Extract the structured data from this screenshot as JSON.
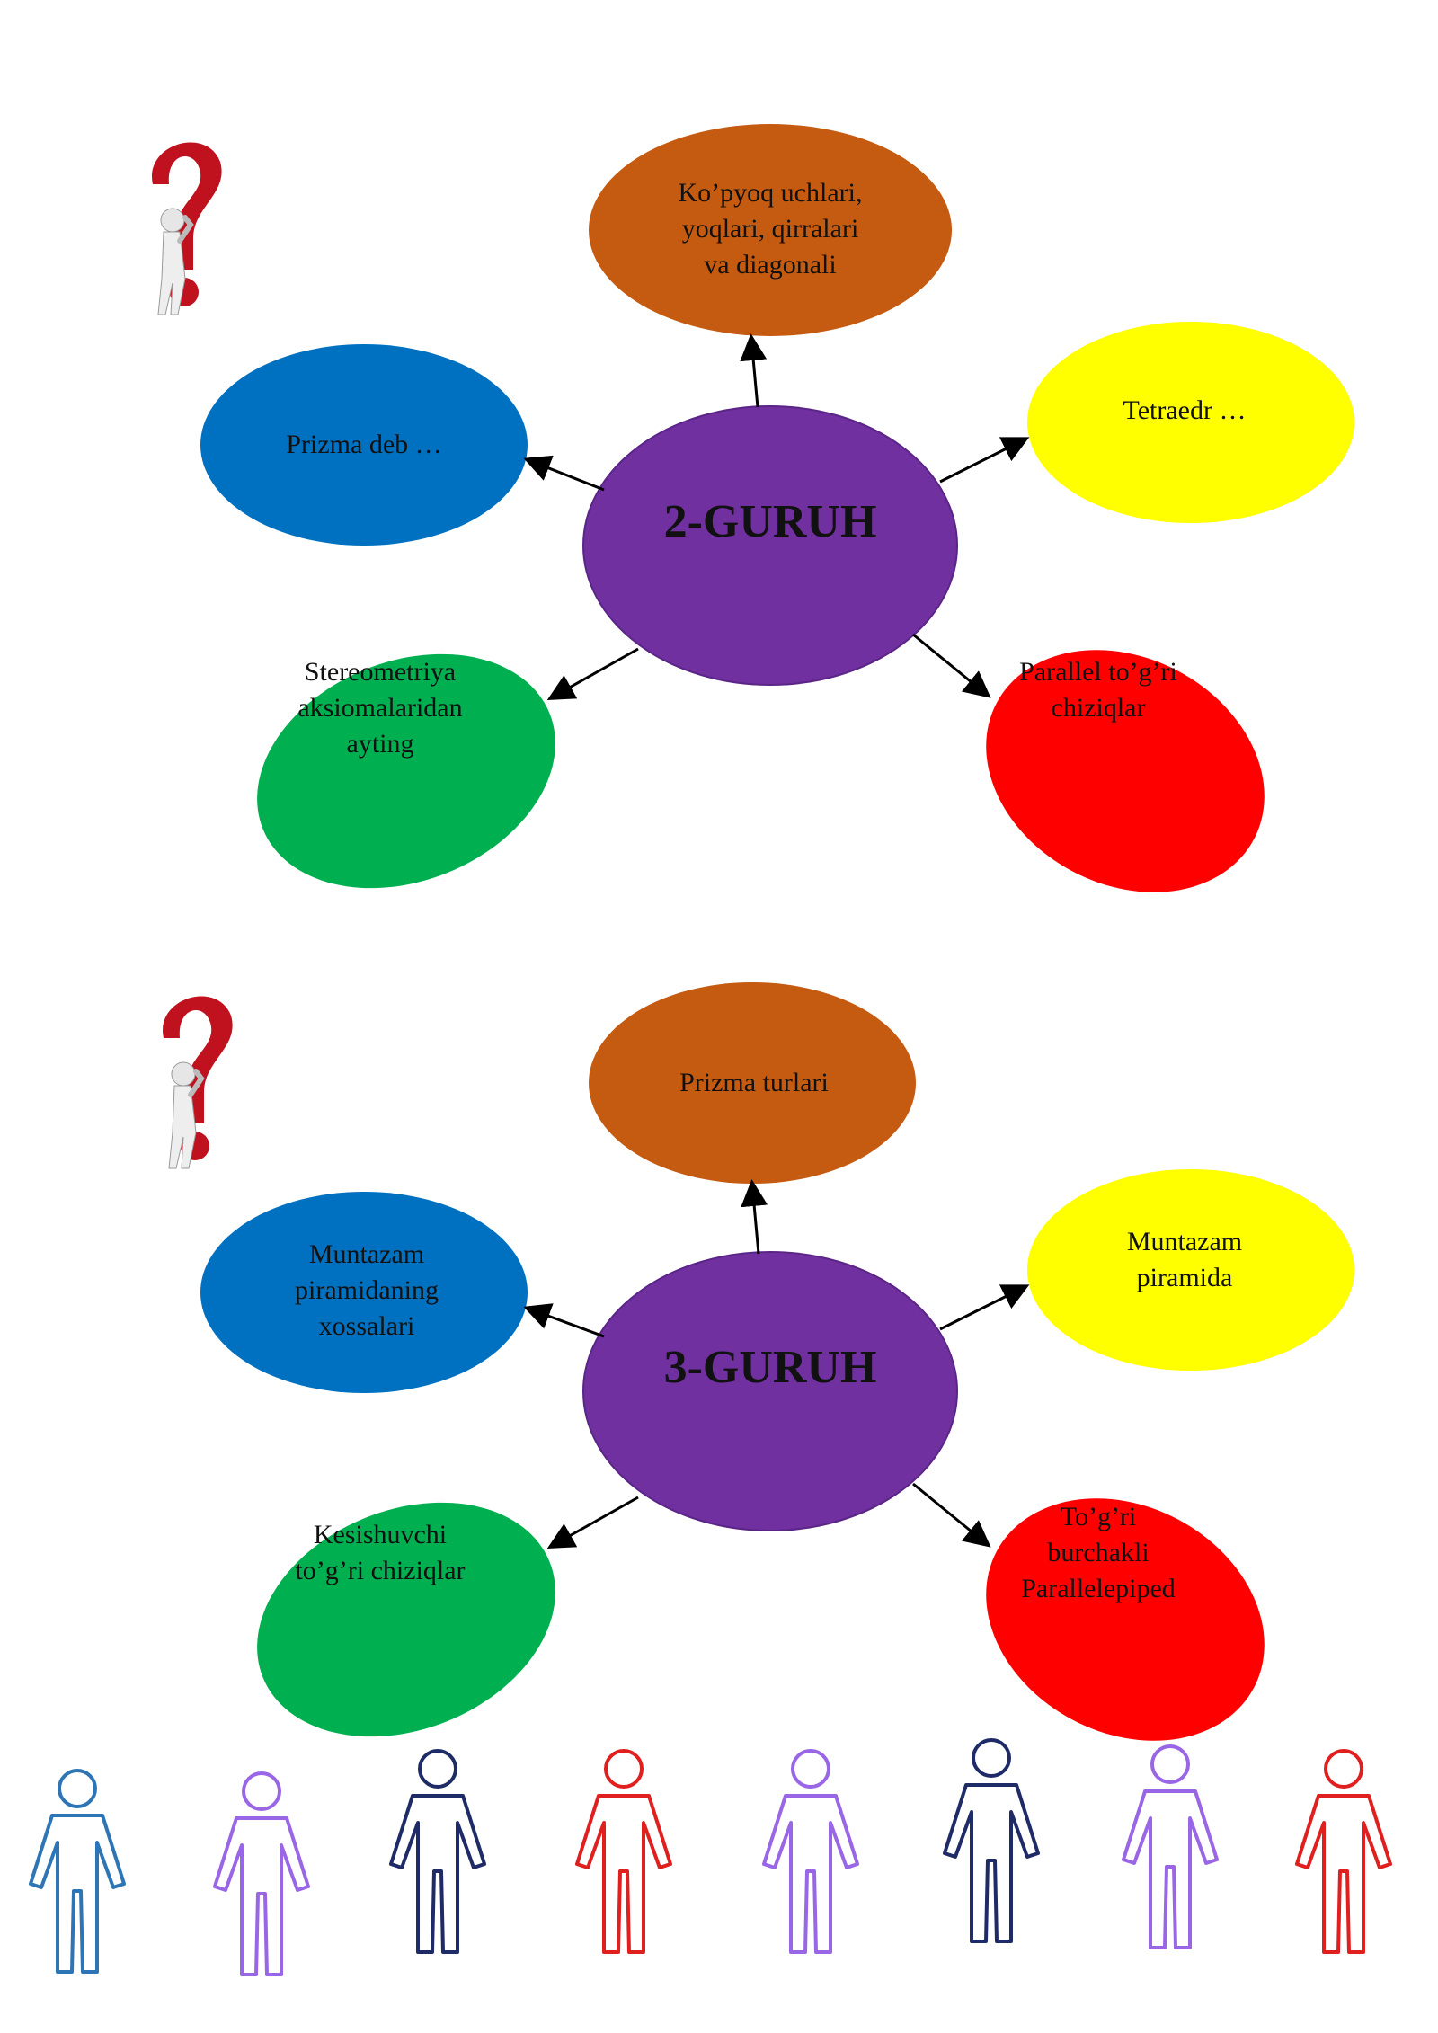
{
  "diagrams": [
    {
      "center": {
        "label": "2-GURUH",
        "color": "#7030a0"
      },
      "nodes": [
        {
          "id": "top",
          "lines": [
            "Ko’pyoq uchlari,",
            "yoqlari, qirralari",
            "va diagonali"
          ],
          "color": "#c55a11"
        },
        {
          "id": "left",
          "lines": [
            "Prizma deb …"
          ],
          "color": "#0070c0"
        },
        {
          "id": "right",
          "lines": [
            "Tetraedr …"
          ],
          "color": "#ffff00"
        },
        {
          "id": "bottom-left",
          "lines": [
            "Stereometriya",
            "aksiomalaridan",
            "ayting"
          ],
          "color": "#00b050"
        },
        {
          "id": "bottom-right",
          "lines": [
            "Parallel to’g’ri",
            "chiziqlar"
          ],
          "color": "#ff0000"
        }
      ]
    },
    {
      "center": {
        "label": "3-GURUH",
        "color": "#7030a0"
      },
      "nodes": [
        {
          "id": "top",
          "lines": [
            "Prizma turlari"
          ],
          "color": "#c55a11"
        },
        {
          "id": "left",
          "lines": [
            "Muntazam",
            "piramidaning",
            "xossalari"
          ],
          "color": "#0070c0"
        },
        {
          "id": "right",
          "lines": [
            "Muntazam",
            "piramida"
          ],
          "color": "#ffff00"
        },
        {
          "id": "bottom-left",
          "lines": [
            "Kesishuvchi",
            "to’g’ri chiziqlar"
          ],
          "color": "#00b050"
        },
        {
          "id": "bottom-right",
          "lines": [
            "To’g’ri",
            "burchakli",
            "Parallelepiped"
          ],
          "color": "#ff0000"
        }
      ]
    }
  ],
  "people": [
    {
      "color": "#2e75b6"
    },
    {
      "color": "#9966e6"
    },
    {
      "color": "#1f2b66"
    },
    {
      "color": "#e01f1f"
    },
    {
      "color": "#9966e6"
    },
    {
      "color": "#1f2b66"
    },
    {
      "color": "#9966e6"
    },
    {
      "color": "#e01f1f"
    }
  ],
  "icons": [
    "question-thinker-icon",
    "person-outline-icon"
  ]
}
